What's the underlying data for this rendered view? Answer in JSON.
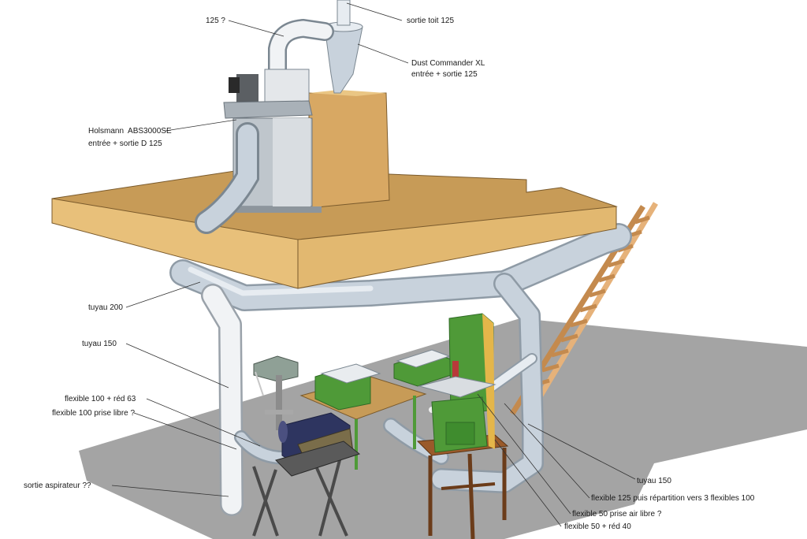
{
  "colors": {
    "floor": "#a4a4a4",
    "wood_top": "#c79b57",
    "wood_side": "#e8c07a",
    "pipe": "#c8d2dc",
    "pipe_light": "#e7ecf1",
    "machine_green": "#4f9a38",
    "machine_dark": "#2f6a26",
    "ladder": "#e6b27a",
    "leader": "#333333"
  },
  "labels": {
    "pipe_125_q": "125 ?",
    "roof_outlet": "sortie toit 125",
    "dust_commander": "Dust Commander XL",
    "dust_commander_io": "entrée + sortie 125",
    "holsmann": "Holsmann  ABS3000SE",
    "holsmann_io": "entrée + sortie D 125",
    "pipe_200": "tuyau 200",
    "pipe_150_left": "tuyau 150",
    "flex_100_red63": "flexible 100 + réd 63",
    "flex_100_free": "flexible 100 prise libre ?",
    "vac_outlet": "sortie aspirateur ??",
    "pipe_150_right": "tuyau 150",
    "flex_125_split": "flexible 125 puis répartition vers 3 flexibles 100",
    "flex_50_free_air": "flexible 50 prise air libre ?",
    "flex_50_red40": "flexible 50 + réd 40"
  }
}
